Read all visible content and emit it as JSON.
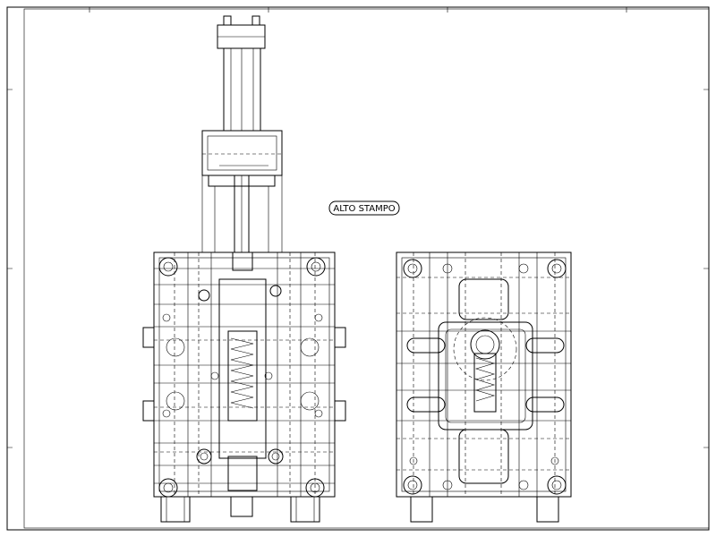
{
  "drawing": {
    "label": "ALTO STAMPO",
    "views": [
      "front-view",
      "side-view"
    ],
    "line_color": "#000000",
    "background": "#ffffff"
  }
}
